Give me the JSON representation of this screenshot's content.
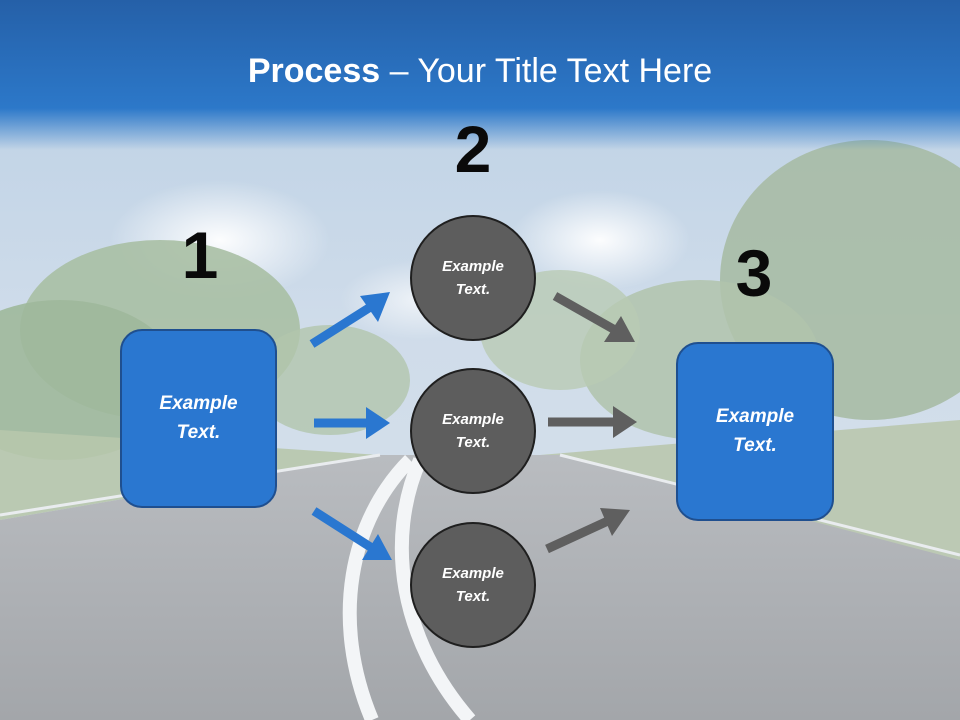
{
  "title": {
    "strong": "Process",
    "rest": " – Your Title Text Here"
  },
  "steps": {
    "s1": "1",
    "s2": "2",
    "s3": "3"
  },
  "left_box": {
    "line1": "Example",
    "line2": "Text."
  },
  "right_box": {
    "line1": "Example",
    "line2": "Text."
  },
  "circles": [
    {
      "line1": "Example",
      "line2": "Text."
    },
    {
      "line1": "Example",
      "line2": "Text."
    },
    {
      "line1": "Example",
      "line2": "Text."
    }
  ],
  "colors": {
    "box_blue": "#2a77d0",
    "circle_gray": "#5d5d5d",
    "arrow_blue": "#2a77d0",
    "arrow_gray": "#5f5f5f",
    "title_band": "#2a6fc0"
  }
}
